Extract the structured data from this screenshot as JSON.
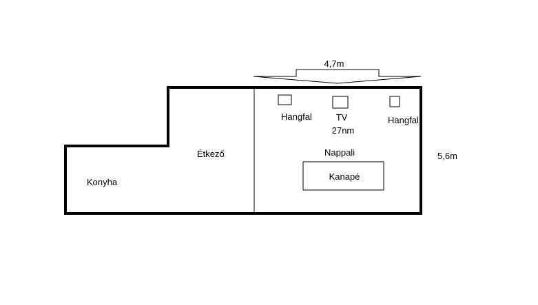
{
  "dimensions": {
    "width_label": "4,7m",
    "depth_label": "5,6m"
  },
  "rooms": {
    "kitchen": "Konyha",
    "dining": "Étkező",
    "living": "Nappali"
  },
  "furniture": {
    "speaker_left": "Hangfal",
    "speaker_right": "Hangfal",
    "tv": "TV",
    "tv_size": "27nm",
    "sofa": "Kanapé"
  },
  "colors": {
    "wall": "#000000",
    "background": "#ffffff"
  }
}
